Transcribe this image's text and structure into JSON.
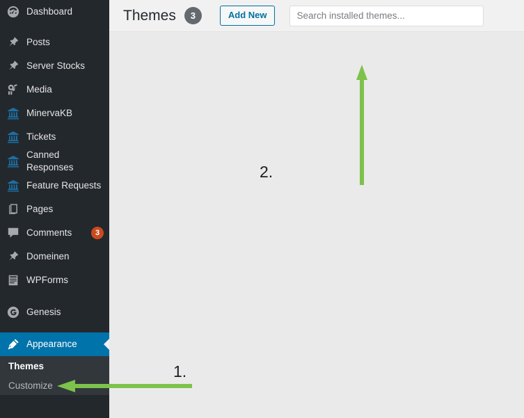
{
  "sidebar": {
    "items": [
      {
        "label": "Dashboard",
        "icon": "dashboard-icon",
        "icon_color": "#a7aaad",
        "badge": null,
        "current": false,
        "gap_after": 10
      },
      {
        "label": "Posts",
        "icon": "pin-icon",
        "icon_color": "#a7aaad",
        "badge": null,
        "current": false,
        "gap_after": 0
      },
      {
        "label": "Server Stocks",
        "icon": "pin-icon",
        "icon_color": "#a7aaad",
        "badge": null,
        "current": false,
        "gap_after": 0
      },
      {
        "label": "Media",
        "icon": "media-icon",
        "icon_color": "#a7aaad",
        "badge": null,
        "current": false,
        "gap_after": 0
      },
      {
        "label": "MinervaKB",
        "icon": "bank-icon",
        "icon_color": "#1c6ea4",
        "badge": null,
        "current": false,
        "gap_after": 0
      },
      {
        "label": "Tickets",
        "icon": "bank-icon",
        "icon_color": "#1c6ea4",
        "badge": null,
        "current": false,
        "gap_after": 0
      },
      {
        "label": "Canned\nResponses",
        "icon": "bank-icon",
        "icon_color": "#1c6ea4",
        "badge": null,
        "current": false,
        "gap_after": 0
      },
      {
        "label": "Feature Requests",
        "icon": "bank-icon",
        "icon_color": "#1c6ea4",
        "badge": null,
        "current": false,
        "gap_after": 0
      },
      {
        "label": "Pages",
        "icon": "pages-icon",
        "icon_color": "#a7aaad",
        "badge": null,
        "current": false,
        "gap_after": 0
      },
      {
        "label": "Comments",
        "icon": "comment-icon",
        "icon_color": "#a7aaad",
        "badge": "3",
        "current": false,
        "gap_after": 0
      },
      {
        "label": "Domeinen",
        "icon": "pin-icon",
        "icon_color": "#a7aaad",
        "badge": null,
        "current": false,
        "gap_after": 0
      },
      {
        "label": "WPForms",
        "icon": "form-icon",
        "icon_color": "#a7aaad",
        "badge": null,
        "current": false,
        "gap_after": 12
      },
      {
        "label": "Genesis",
        "icon": "genesis-icon",
        "icon_color": "#a7aaad",
        "badge": null,
        "current": false,
        "gap_after": 12
      },
      {
        "label": "Appearance",
        "icon": "brush-icon",
        "icon_color": "#ffffff",
        "badge": null,
        "current": true,
        "gap_after": 0
      }
    ],
    "submenu": [
      {
        "label": "Themes",
        "active": true
      },
      {
        "label": "Customize",
        "active": false
      }
    ]
  },
  "header": {
    "title": "Themes",
    "count": "3",
    "add_new_label": "Add New",
    "search_placeholder": "Search installed themes...",
    "search_value": ""
  },
  "annotations": [
    {
      "name": "step-1",
      "label": "1.",
      "direction": "left",
      "color": "#7dc24b"
    },
    {
      "name": "step-2",
      "label": "2.",
      "direction": "up",
      "color": "#7dc24b"
    }
  ],
  "colors": {
    "sidebar_bg": "#23282d",
    "submenu_bg": "#32373c",
    "current_blue": "#0073aa",
    "annotation_green": "#7dc24b",
    "badge_red": "#ca4a1f",
    "count_gray": "#646970",
    "link_blue": "#0071a1",
    "content_bg": "#eaeaea"
  }
}
